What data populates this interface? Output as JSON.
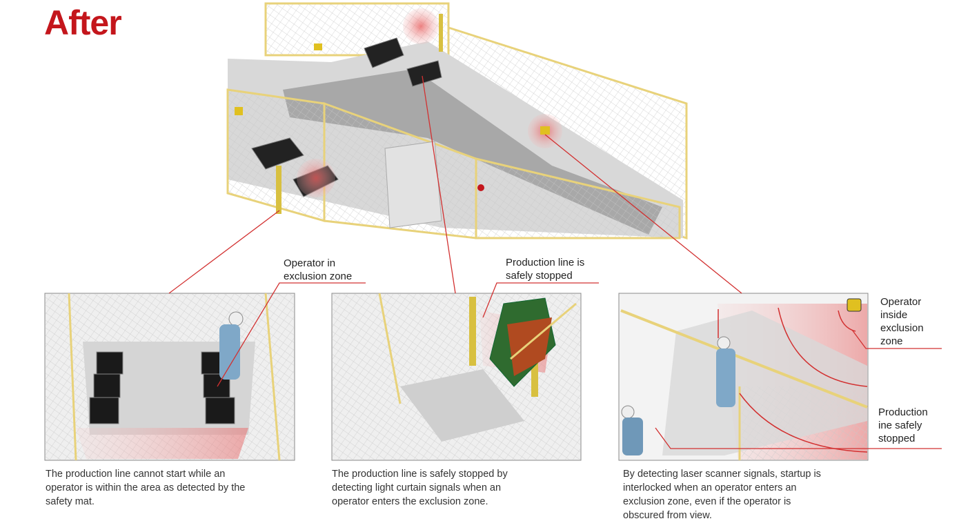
{
  "title": "After",
  "colors": {
    "accent_red": "#c4161c",
    "fence_yellow": "#e8d27a",
    "zone_pink": "#f3b8b8"
  },
  "callouts": {
    "safety_mat": [
      "Operator in",
      "exclusion zone"
    ],
    "light_curtain": [
      "Production line is",
      "safely stopped"
    ],
    "scanner_inside": [
      "Operator",
      "inside",
      "exclusion",
      "zone"
    ],
    "scanner_stopped": [
      "Production",
      "ine safely",
      "stopped"
    ]
  },
  "captions": {
    "safety_mat": [
      "The production line cannot start while an",
      "operator is within the area as detected by the",
      "safety mat."
    ],
    "light_curtain": [
      "The production line is safely stopped by",
      "detecting light curtain signals when an",
      "operator enters the exclusion zone."
    ],
    "laser_scanner": [
      "By detecting laser scanner signals, startup is",
      "interlocked when an operator enters an",
      "exclusion zone, even if the operator is",
      "obscured from view."
    ]
  }
}
